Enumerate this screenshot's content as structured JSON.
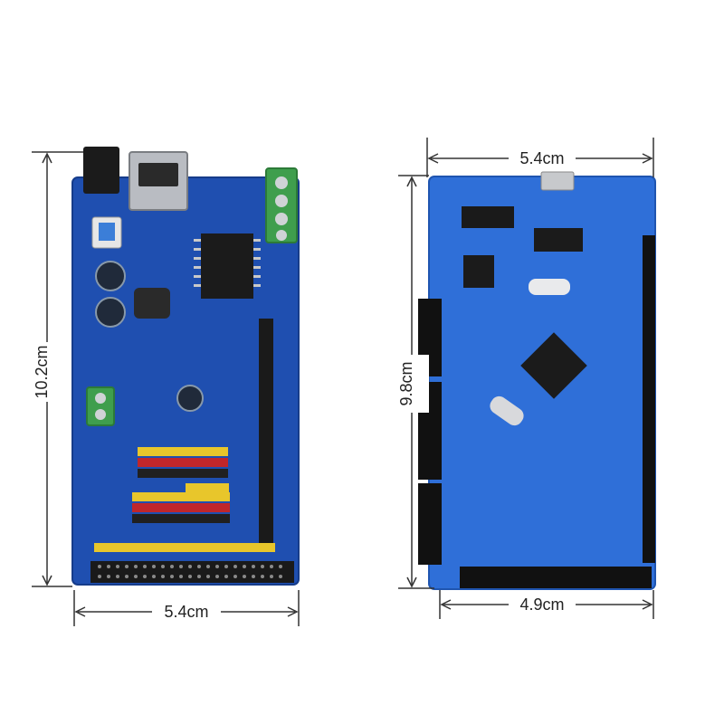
{
  "dimensions": {
    "left_board": {
      "height_label": "10.2cm",
      "width_label": "5.4cm"
    },
    "right_board": {
      "height_label": "9.8cm",
      "top_width_label": "5.4cm",
      "bottom_width_label": "4.9cm"
    }
  },
  "colors": {
    "pcb_blue": "#1f4fb0",
    "pcb_blue_light": "#2f6fd8",
    "header_black": "#1a1a1a",
    "terminal_green": "#3f9e4d",
    "pin_yellow": "#e8c62b",
    "pin_red": "#c0262b",
    "pin_black": "#202020",
    "silkscreen": "#d8e4ff",
    "dim_line": "#333333"
  }
}
